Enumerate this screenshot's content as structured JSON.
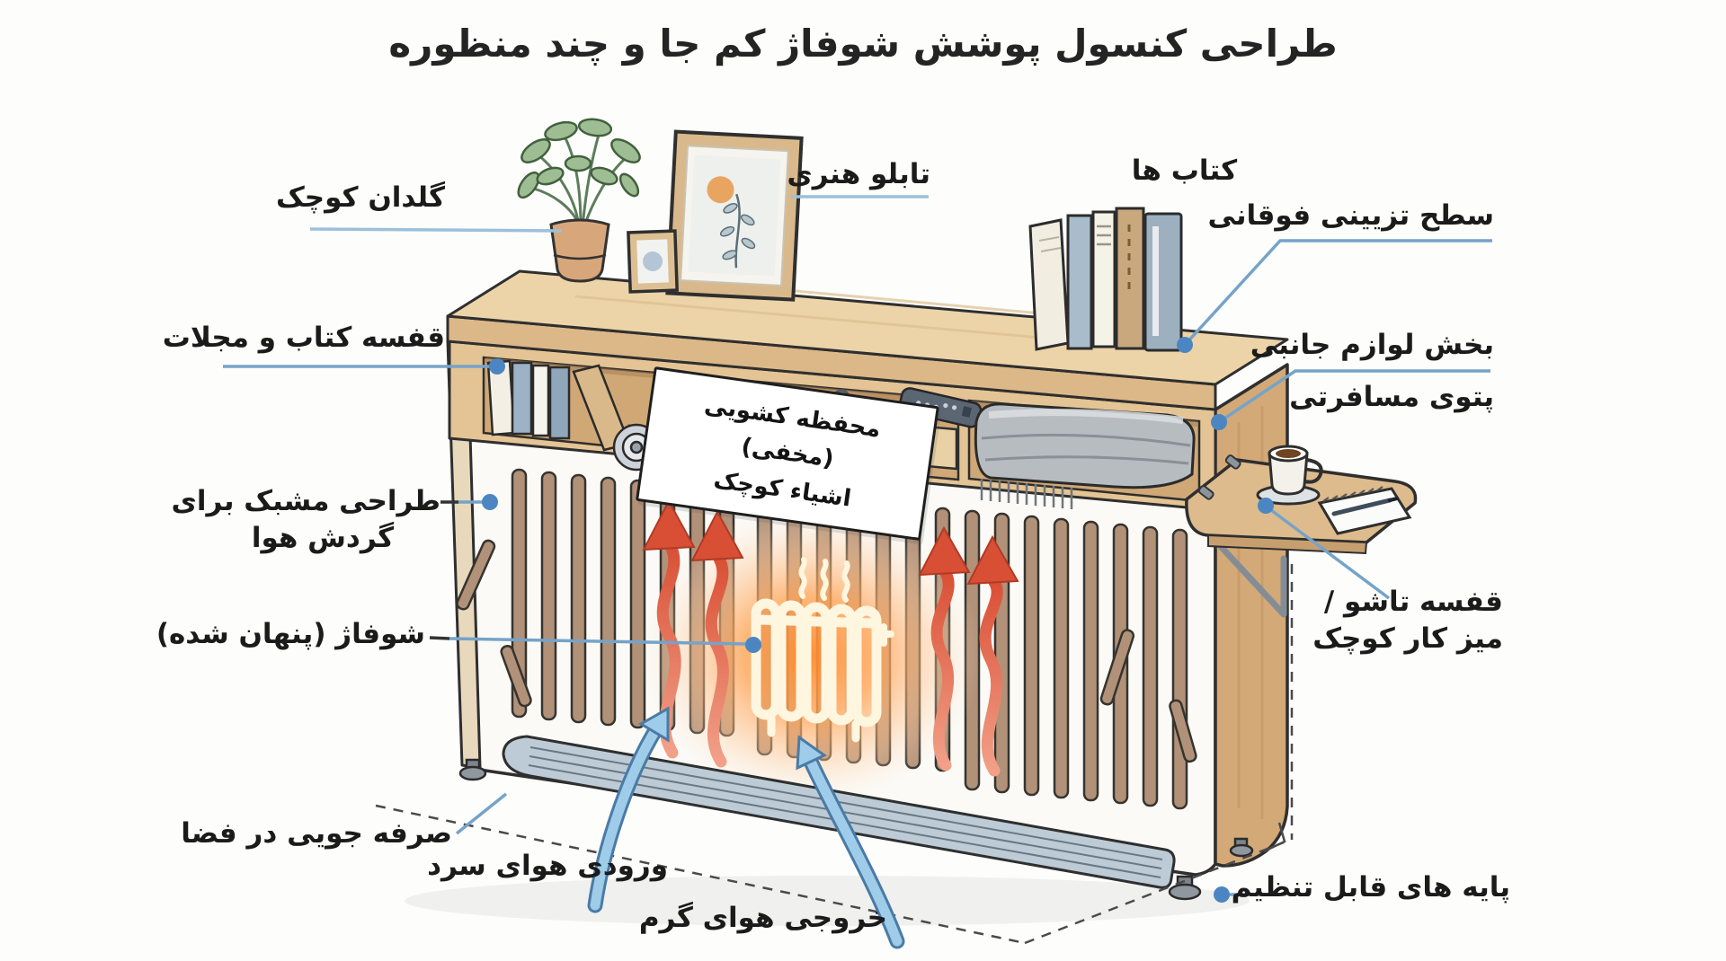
{
  "title": "طراحی کنسول پوشش شوفاژ کم جا و چند منظوره",
  "labels": {
    "small_vase": "گلدان کوچک",
    "art_frame": "تابلو هنری",
    "books": "کتاب ها",
    "top_surface": "سطح تزیینی فوقانی",
    "bookshelf": "قفسه کتاب و مجلات",
    "accessories": "بخش لوازم جانبی",
    "travel_blanket": "پتوی مسافرتی",
    "hidden_drawer_line1": "محفظه کشویی (مخفی)",
    "hidden_drawer_line2": "اشیاء کوچک",
    "lattice_line1": "طراحی مشبک برای",
    "lattice_line2": "گردش هوا",
    "radiator_hidden": "شوفاژ (پنهان شده)",
    "folding_shelf_line1": "قفسه تاشو /",
    "folding_shelf_line2": "میز کار کوچک",
    "space_saving": "صرفه جویی در فضا",
    "cold_air_inlet": "ورودی هوای سرد",
    "warm_air_outlet": "خروجی هوای گرم",
    "adjustable_legs": "پایه های قابل تنظیم"
  },
  "colors": {
    "leader_line": "#76a3c8",
    "leader_dot": "#4c86c2",
    "wood_light": "#ecd4a8",
    "wood_medium": "#dcb888",
    "wood_dark": "#d3a977",
    "panel_white": "#fbfaf6",
    "glow_orange": "#ff8c2e",
    "arrow_red": "#d94f35",
    "arrow_blue": "#9fcce8",
    "vent_gray": "#bccbd6",
    "text": "#1b1b1b"
  }
}
